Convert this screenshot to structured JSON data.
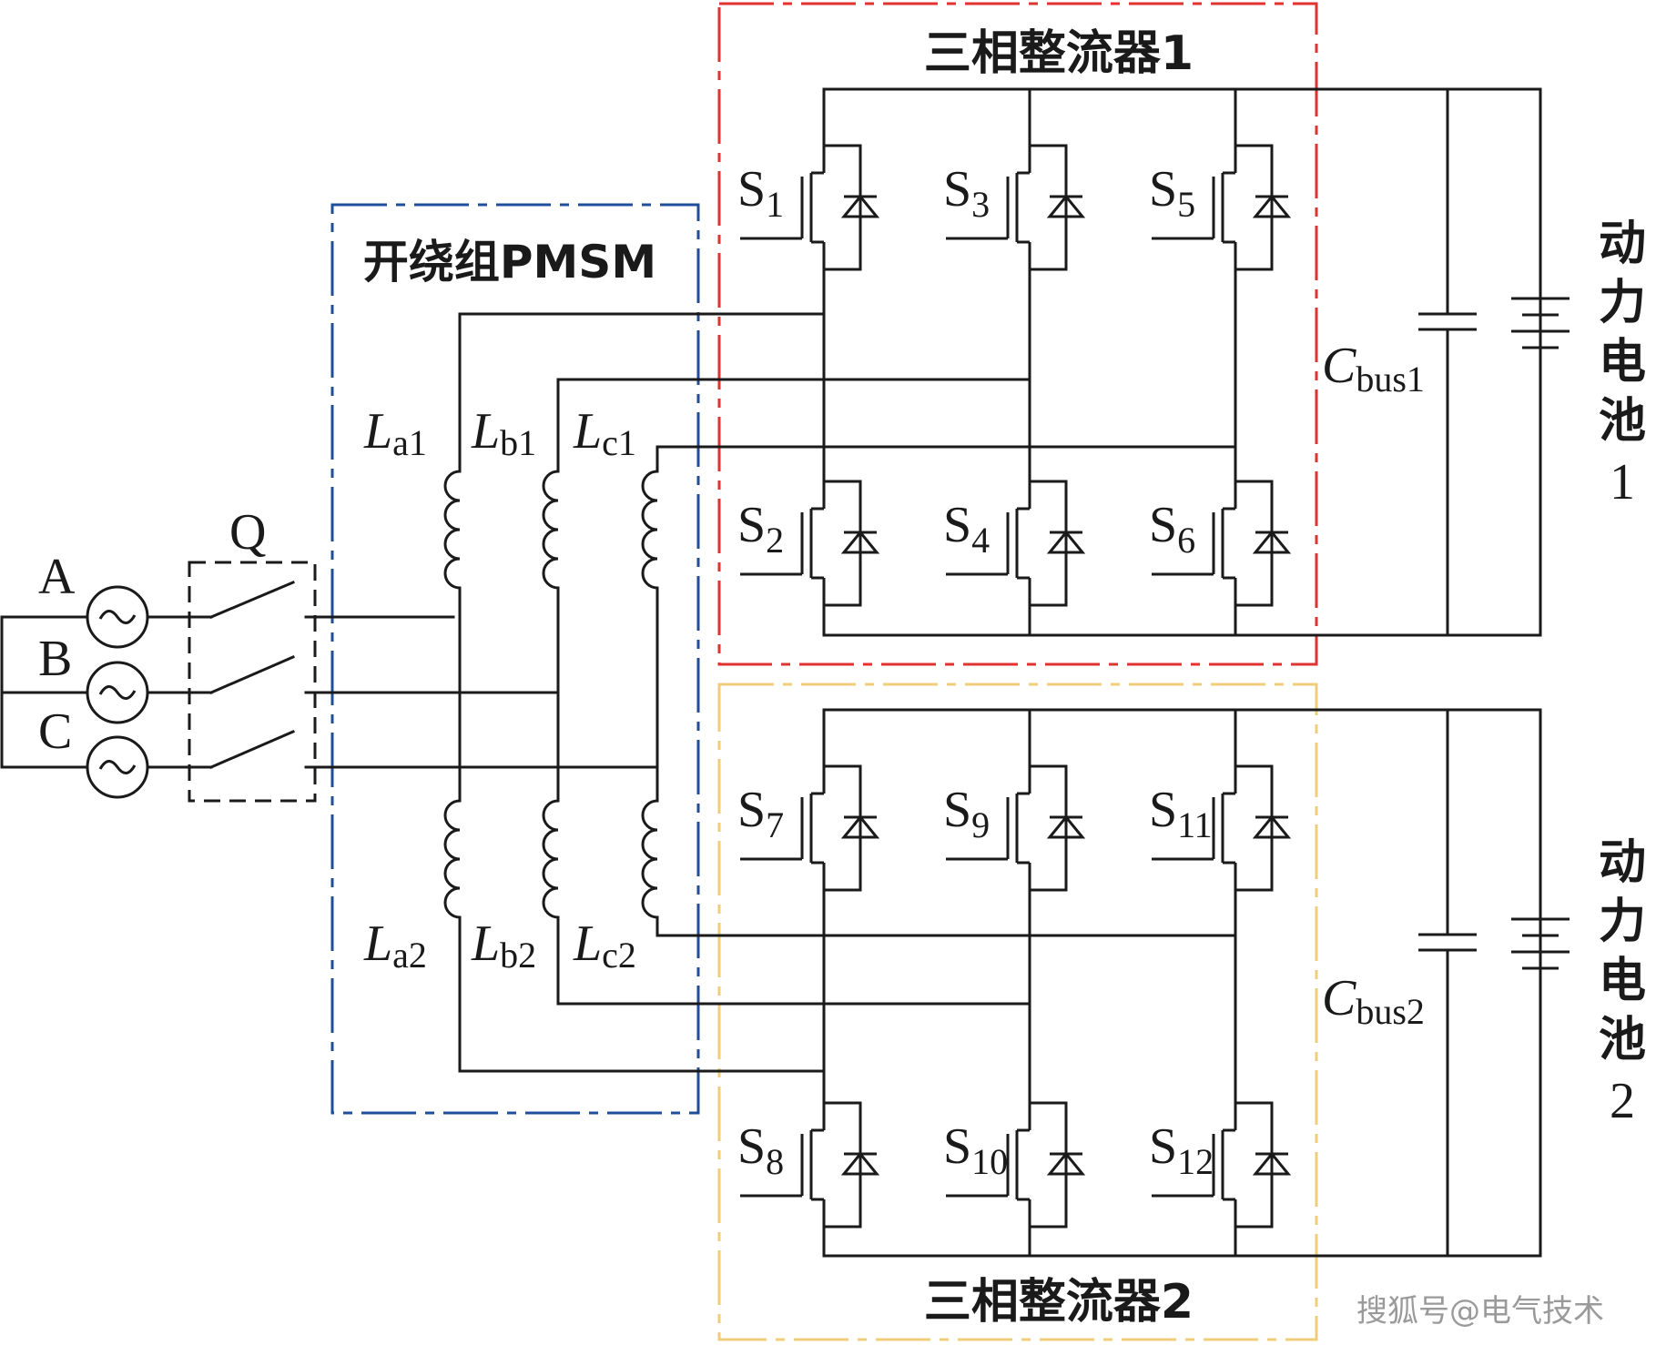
{
  "colors": {
    "rectifier1_border": "#e0322e",
    "rectifier2_border": "#f0cd7a",
    "pmsm_border": "#1f4e9c",
    "wire": "#1a1a1a"
  },
  "sources": [
    {
      "label": "A",
      "icon": "ac-source-icon"
    },
    {
      "label": "B",
      "icon": "ac-source-icon"
    },
    {
      "label": "C",
      "icon": "ac-source-icon"
    }
  ],
  "switch_label": "Q",
  "pmsm": {
    "title": "开绕组PMSM",
    "inductors": {
      "a1": {
        "main": "L",
        "sub": "a1"
      },
      "b1": {
        "main": "L",
        "sub": "b1"
      },
      "c1": {
        "main": "L",
        "sub": "c1"
      },
      "a2": {
        "main": "L",
        "sub": "a2"
      },
      "b2": {
        "main": "L",
        "sub": "b2"
      },
      "c2": {
        "main": "L",
        "sub": "c2"
      }
    }
  },
  "rectifier1": {
    "title": "三相整流器1",
    "switches": [
      {
        "main": "S",
        "sub": "1"
      },
      {
        "main": "S",
        "sub": "3"
      },
      {
        "main": "S",
        "sub": "5"
      },
      {
        "main": "S",
        "sub": "2"
      },
      {
        "main": "S",
        "sub": "4"
      },
      {
        "main": "S",
        "sub": "6"
      }
    ],
    "capacitor": {
      "main": "C",
      "sub": "bus1"
    },
    "battery": [
      "动",
      "力",
      "电",
      "池",
      "1"
    ]
  },
  "rectifier2": {
    "title": "三相整流器2",
    "switches": [
      {
        "main": "S",
        "sub": "7"
      },
      {
        "main": "S",
        "sub": "9"
      },
      {
        "main": "S",
        "sub": "11"
      },
      {
        "main": "S",
        "sub": "8"
      },
      {
        "main": "S",
        "sub": "10"
      },
      {
        "main": "S",
        "sub": "12"
      }
    ],
    "capacitor": {
      "main": "C",
      "sub": "bus2"
    },
    "battery": [
      "动",
      "力",
      "电",
      "池",
      "2"
    ]
  },
  "watermark": "搜狐号@电气技术"
}
